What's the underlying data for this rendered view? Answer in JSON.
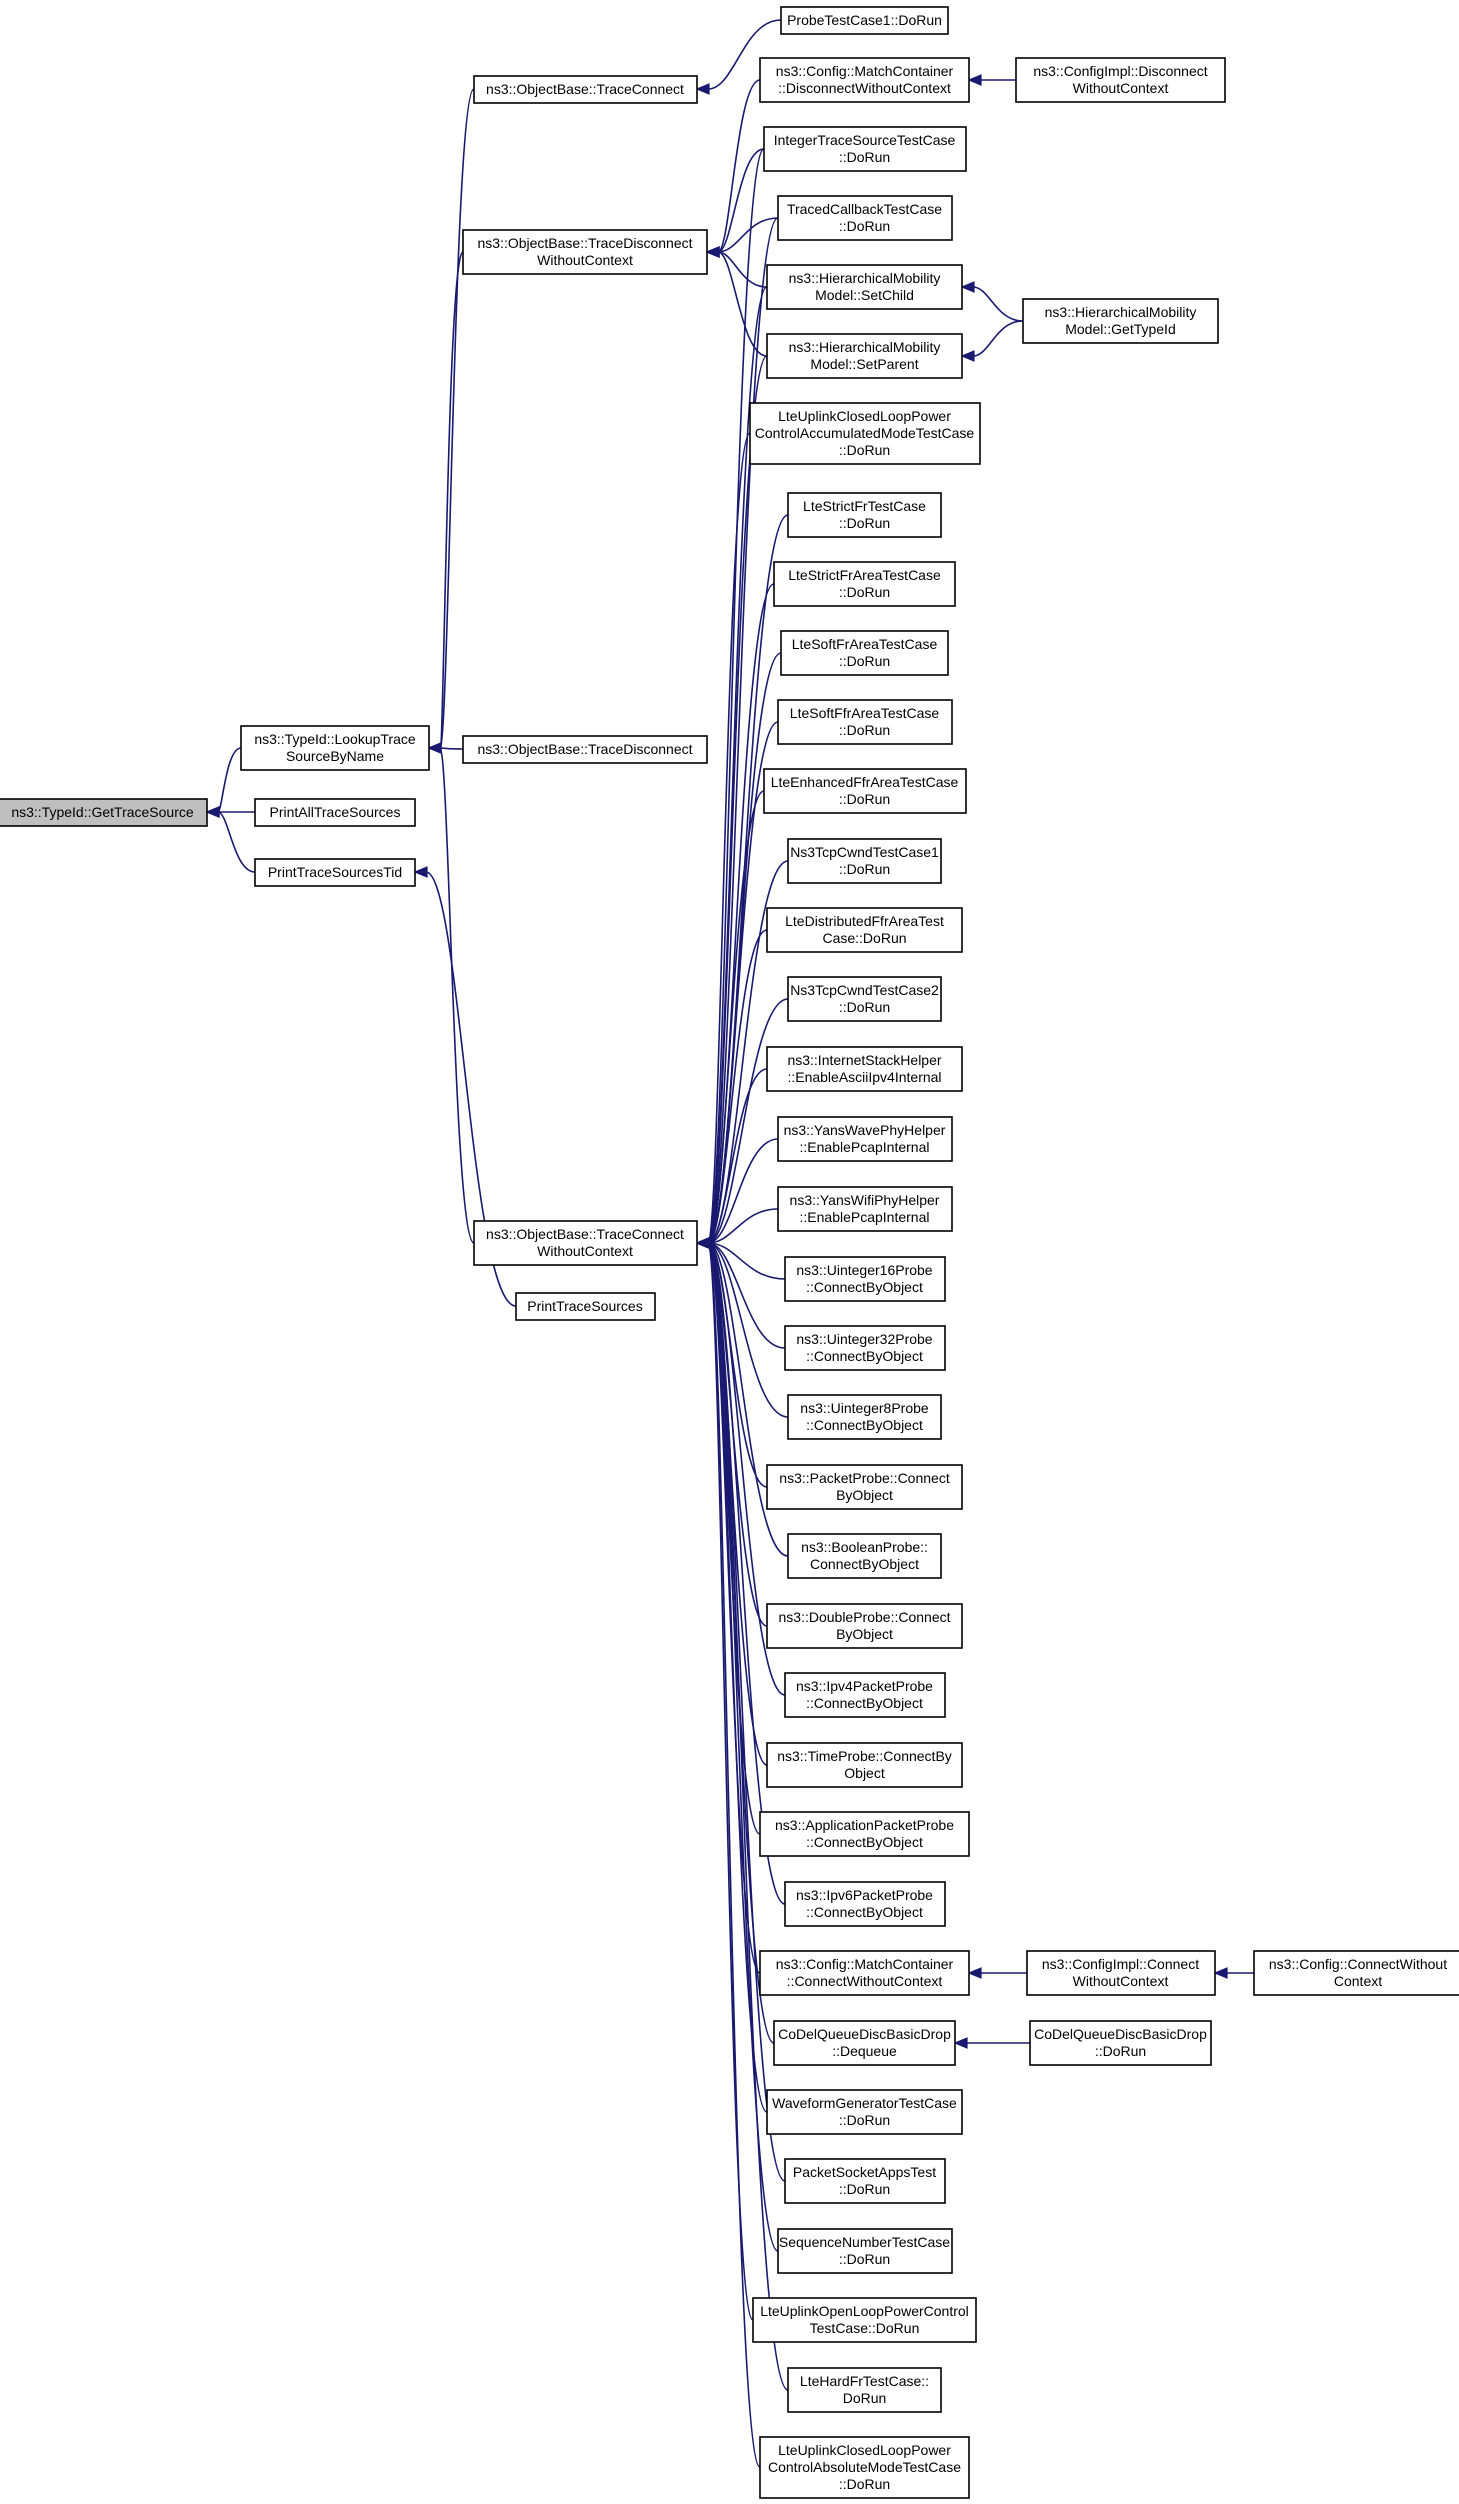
{
  "colors": {
    "edge": "#191970",
    "focus_fill": "#bfbfbf",
    "node_fill": "#ffffff",
    "node_stroke": "#000000",
    "external_stroke": "#ff0000"
  },
  "nodes": [
    {
      "id": "get_trace_source",
      "label": [
        "ns3::TypeId::GetTraceSource"
      ],
      "style": "focus"
    },
    {
      "id": "lookup_trace_source",
      "label": [
        "ns3::TypeId::LookupTrace",
        "SourceByName"
      ]
    },
    {
      "id": "print_all_trace_sources",
      "label": [
        "PrintAllTraceSources"
      ]
    },
    {
      "id": "print_trace_sources_tid",
      "label": [
        "PrintTraceSourcesTid"
      ]
    },
    {
      "id": "objbase_trace_connect",
      "label": [
        "ns3::ObjectBase::TraceConnect"
      ]
    },
    {
      "id": "objbase_trace_disconnect_wc",
      "label": [
        "ns3::ObjectBase::TraceDisconnect",
        "WithoutContext"
      ]
    },
    {
      "id": "objbase_trace_disconnect",
      "label": [
        "ns3::ObjectBase::TraceDisconnect"
      ]
    },
    {
      "id": "objbase_trace_connect_wc",
      "label": [
        "ns3::ObjectBase::TraceConnect",
        "WithoutContext"
      ]
    },
    {
      "id": "print_trace_sources",
      "label": [
        "PrintTraceSources"
      ]
    },
    {
      "id": "probe_test_case1",
      "label": [
        "ProbeTestCase1::DoRun"
      ]
    },
    {
      "id": "match_container_disconnect_wc",
      "label": [
        "ns3::Config::MatchContainer",
        "::DisconnectWithoutContext"
      ]
    },
    {
      "id": "configimpl_disconnect_wc",
      "label": [
        "ns3::ConfigImpl::Disconnect",
        "WithoutContext"
      ],
      "style": "external"
    },
    {
      "id": "integer_trace_source_test",
      "label": [
        "IntegerTraceSourceTestCase",
        "::DoRun"
      ]
    },
    {
      "id": "traced_callback_test",
      "label": [
        "TracedCallbackTestCase",
        "::DoRun"
      ]
    },
    {
      "id": "hier_set_child",
      "label": [
        "ns3::HierarchicalMobility",
        "Model::SetChild"
      ]
    },
    {
      "id": "hier_set_parent",
      "label": [
        "ns3::HierarchicalMobility",
        "Model::SetParent"
      ]
    },
    {
      "id": "hier_get_type_id",
      "label": [
        "ns3::HierarchicalMobility",
        "Model::GetTypeId"
      ]
    },
    {
      "id": "lte_uplink_closed_accum",
      "label": [
        "LteUplinkClosedLoopPower",
        "ControlAccumulatedModeTestCase",
        "::DoRun"
      ]
    },
    {
      "id": "lte_strict_fr",
      "label": [
        "LteStrictFrTestCase",
        "::DoRun"
      ]
    },
    {
      "id": "lte_strict_fr_area",
      "label": [
        "LteStrictFrAreaTestCase",
        "::DoRun"
      ]
    },
    {
      "id": "lte_soft_fr_area",
      "label": [
        "LteSoftFrAreaTestCase",
        "::DoRun"
      ]
    },
    {
      "id": "lte_soft_ffr_area",
      "label": [
        "LteSoftFfrAreaTestCase",
        "::DoRun"
      ]
    },
    {
      "id": "lte_enhanced_ffr_area",
      "label": [
        "LteEnhancedFfrAreaTestCase",
        "::DoRun"
      ]
    },
    {
      "id": "ns3_tcp_cwnd_1",
      "label": [
        "Ns3TcpCwndTestCase1",
        "::DoRun"
      ]
    },
    {
      "id": "lte_distributed_ffr_area",
      "label": [
        "LteDistributedFfrAreaTest",
        "Case::DoRun"
      ]
    },
    {
      "id": "ns3_tcp_cwnd_2",
      "label": [
        "Ns3TcpCwndTestCase2",
        "::DoRun"
      ]
    },
    {
      "id": "internet_stack_helper",
      "label": [
        "ns3::InternetStackHelper",
        "::EnableAsciiIpv4Internal"
      ]
    },
    {
      "id": "yans_wave_phy_helper",
      "label": [
        "ns3::YansWavePhyHelper",
        "::EnablePcapInternal"
      ]
    },
    {
      "id": "yans_wifi_phy_helper",
      "label": [
        "ns3::YansWifiPhyHelper",
        "::EnablePcapInternal"
      ]
    },
    {
      "id": "uinteger16_probe",
      "label": [
        "ns3::Uinteger16Probe",
        "::ConnectByObject"
      ]
    },
    {
      "id": "uinteger32_probe",
      "label": [
        "ns3::Uinteger32Probe",
        "::ConnectByObject"
      ]
    },
    {
      "id": "uinteger8_probe",
      "label": [
        "ns3::Uinteger8Probe",
        "::ConnectByObject"
      ]
    },
    {
      "id": "packet_probe",
      "label": [
        "ns3::PacketProbe::Connect",
        "ByObject"
      ]
    },
    {
      "id": "boolean_probe",
      "label": [
        "ns3::BooleanProbe::",
        "ConnectByObject"
      ]
    },
    {
      "id": "double_probe",
      "label": [
        "ns3::DoubleProbe::Connect",
        "ByObject"
      ]
    },
    {
      "id": "ipv4_packet_probe",
      "label": [
        "ns3::Ipv4PacketProbe",
        "::ConnectByObject"
      ]
    },
    {
      "id": "time_probe",
      "label": [
        "ns3::TimeProbe::ConnectBy",
        "Object"
      ]
    },
    {
      "id": "application_packet_probe",
      "label": [
        "ns3::ApplicationPacketProbe",
        "::ConnectByObject"
      ]
    },
    {
      "id": "ipv6_packet_probe",
      "label": [
        "ns3::Ipv6PacketProbe",
        "::ConnectByObject"
      ]
    },
    {
      "id": "match_container_connect_wc",
      "label": [
        "ns3::Config::MatchContainer",
        "::ConnectWithoutContext"
      ]
    },
    {
      "id": "configimpl_connect_wc",
      "label": [
        "ns3::ConfigImpl::Connect",
        "WithoutContext"
      ]
    },
    {
      "id": "config_connect_wc",
      "label": [
        "ns3::Config::ConnectWithout",
        "Context"
      ],
      "style": "external"
    },
    {
      "id": "codel_dequeue",
      "label": [
        "CoDelQueueDiscBasicDrop",
        "::Dequeue"
      ]
    },
    {
      "id": "codel_dorun",
      "label": [
        "CoDelQueueDiscBasicDrop",
        "::DoRun"
      ]
    },
    {
      "id": "waveform_generator_test",
      "label": [
        "WaveformGeneratorTestCase",
        "::DoRun"
      ]
    },
    {
      "id": "packet_socket_apps_test",
      "label": [
        "PacketSocketAppsTest",
        "::DoRun"
      ]
    },
    {
      "id": "sequence_number_test",
      "label": [
        "SequenceNumberTestCase",
        "::DoRun"
      ]
    },
    {
      "id": "lte_uplink_open_loop",
      "label": [
        "LteUplinkOpenLoopPowerControl",
        "TestCase::DoRun"
      ]
    },
    {
      "id": "lte_hard_fr",
      "label": [
        "LteHardFrTestCase::",
        "DoRun"
      ]
    },
    {
      "id": "lte_uplink_closed_abs",
      "label": [
        "LteUplinkClosedLoopPower",
        "ControlAbsoluteModeTestCase",
        "::DoRun"
      ]
    }
  ],
  "edges": [
    [
      "lookup_trace_source",
      "get_trace_source"
    ],
    [
      "print_all_trace_sources",
      "get_trace_source"
    ],
    [
      "print_trace_sources_tid",
      "get_trace_source"
    ],
    [
      "objbase_trace_connect",
      "lookup_trace_source"
    ],
    [
      "objbase_trace_disconnect_wc",
      "lookup_trace_source"
    ],
    [
      "objbase_trace_disconnect",
      "lookup_trace_source"
    ],
    [
      "objbase_trace_connect_wc",
      "lookup_trace_source"
    ],
    [
      "print_trace_sources",
      "print_trace_sources_tid"
    ],
    [
      "probe_test_case1",
      "objbase_trace_connect"
    ],
    [
      "match_container_disconnect_wc",
      "objbase_trace_disconnect_wc"
    ],
    [
      "integer_trace_source_test",
      "objbase_trace_disconnect_wc"
    ],
    [
      "traced_callback_test",
      "objbase_trace_disconnect_wc"
    ],
    [
      "hier_set_child",
      "objbase_trace_disconnect_wc"
    ],
    [
      "hier_set_parent",
      "objbase_trace_disconnect_wc"
    ],
    [
      "configimpl_disconnect_wc",
      "match_container_disconnect_wc"
    ],
    [
      "hier_get_type_id",
      "hier_set_child"
    ],
    [
      "hier_get_type_id",
      "hier_set_parent"
    ],
    [
      "integer_trace_source_test",
      "objbase_trace_connect_wc"
    ],
    [
      "traced_callback_test",
      "objbase_trace_connect_wc"
    ],
    [
      "hier_set_child",
      "objbase_trace_connect_wc"
    ],
    [
      "hier_set_parent",
      "objbase_trace_connect_wc"
    ],
    [
      "lte_uplink_closed_accum",
      "objbase_trace_connect_wc"
    ],
    [
      "lte_strict_fr",
      "objbase_trace_connect_wc"
    ],
    [
      "lte_strict_fr_area",
      "objbase_trace_connect_wc"
    ],
    [
      "lte_soft_fr_area",
      "objbase_trace_connect_wc"
    ],
    [
      "lte_soft_ffr_area",
      "objbase_trace_connect_wc"
    ],
    [
      "lte_enhanced_ffr_area",
      "objbase_trace_connect_wc"
    ],
    [
      "ns3_tcp_cwnd_1",
      "objbase_trace_connect_wc"
    ],
    [
      "lte_distributed_ffr_area",
      "objbase_trace_connect_wc"
    ],
    [
      "ns3_tcp_cwnd_2",
      "objbase_trace_connect_wc"
    ],
    [
      "internet_stack_helper",
      "objbase_trace_connect_wc"
    ],
    [
      "yans_wave_phy_helper",
      "objbase_trace_connect_wc"
    ],
    [
      "yans_wifi_phy_helper",
      "objbase_trace_connect_wc"
    ],
    [
      "uinteger16_probe",
      "objbase_trace_connect_wc"
    ],
    [
      "uinteger32_probe",
      "objbase_trace_connect_wc"
    ],
    [
      "uinteger8_probe",
      "objbase_trace_connect_wc"
    ],
    [
      "packet_probe",
      "objbase_trace_connect_wc"
    ],
    [
      "boolean_probe",
      "objbase_trace_connect_wc"
    ],
    [
      "double_probe",
      "objbase_trace_connect_wc"
    ],
    [
      "ipv4_packet_probe",
      "objbase_trace_connect_wc"
    ],
    [
      "time_probe",
      "objbase_trace_connect_wc"
    ],
    [
      "application_packet_probe",
      "objbase_trace_connect_wc"
    ],
    [
      "ipv6_packet_probe",
      "objbase_trace_connect_wc"
    ],
    [
      "match_container_connect_wc",
      "objbase_trace_connect_wc"
    ],
    [
      "codel_dequeue",
      "objbase_trace_connect_wc"
    ],
    [
      "waveform_generator_test",
      "objbase_trace_connect_wc"
    ],
    [
      "packet_socket_apps_test",
      "objbase_trace_connect_wc"
    ],
    [
      "sequence_number_test",
      "objbase_trace_connect_wc"
    ],
    [
      "lte_uplink_open_loop",
      "objbase_trace_connect_wc"
    ],
    [
      "lte_hard_fr",
      "objbase_trace_connect_wc"
    ],
    [
      "lte_uplink_closed_abs",
      "objbase_trace_connect_wc"
    ],
    [
      "configimpl_connect_wc",
      "match_container_connect_wc"
    ],
    [
      "config_connect_wc",
      "configimpl_connect_wc"
    ],
    [
      "codel_dorun",
      "codel_dequeue"
    ]
  ]
}
